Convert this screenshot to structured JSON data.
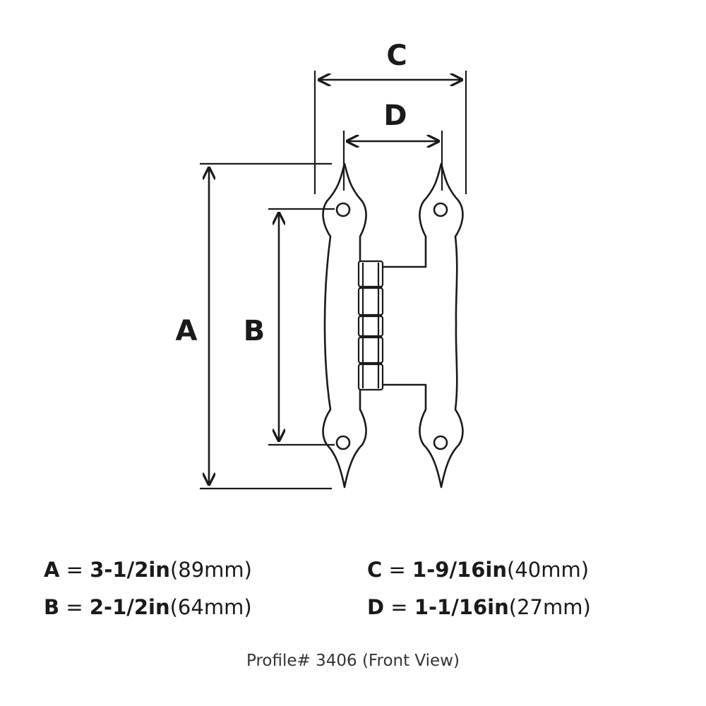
{
  "diagram": {
    "labels": {
      "a": "A",
      "b": "B",
      "c": "C",
      "d": "D"
    }
  },
  "specs": [
    {
      "key": "A",
      "eq": " = ",
      "imperial": "3-1/2in",
      "metric": "(89mm)"
    },
    {
      "key": "B",
      "eq": " = ",
      "imperial": "2-1/2in",
      "metric": "(64mm)"
    },
    {
      "key": "C",
      "eq": " = ",
      "imperial": "1-9/16in",
      "metric": "(40mm)"
    },
    {
      "key": "D",
      "eq": " = ",
      "imperial": "1-1/16in",
      "metric": "(27mm)"
    }
  ],
  "caption": "Profile# 3406 (Front View)",
  "colors": {
    "line": "#1a1a1a",
    "background": "#ffffff"
  }
}
